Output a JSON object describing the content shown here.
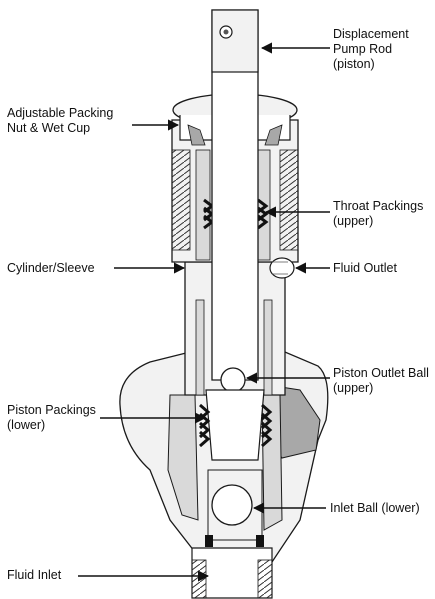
{
  "labels": {
    "displacement_line1": "Displacement",
    "displacement_line2": "Pump Rod",
    "displacement_line3": "(piston)",
    "packing_nut_line1": "Adjustable Packing",
    "packing_nut_line2": "Nut & Wet Cup",
    "throat_line1": "Throat Packings",
    "throat_line2": "(upper)",
    "cylinder": "Cylinder/Sleeve",
    "fluid_outlet": "Fluid Outlet",
    "piston_outlet_line1": "Piston Outlet Ball",
    "piston_outlet_line2": "(upper)",
    "piston_packings_line1": "Piston Packings",
    "piston_packings_line2": "(lower)",
    "inlet_ball": "Inlet Ball (lower)",
    "fluid_inlet": "Fluid Inlet"
  },
  "colors": {
    "line": "#1a1a1a",
    "body_fill": "#f2f2f2",
    "shade_light": "#d9d9d9",
    "shade_mid": "#a8a8a8",
    "shade_dark": "#7a7a7a",
    "packing": "#111111"
  }
}
